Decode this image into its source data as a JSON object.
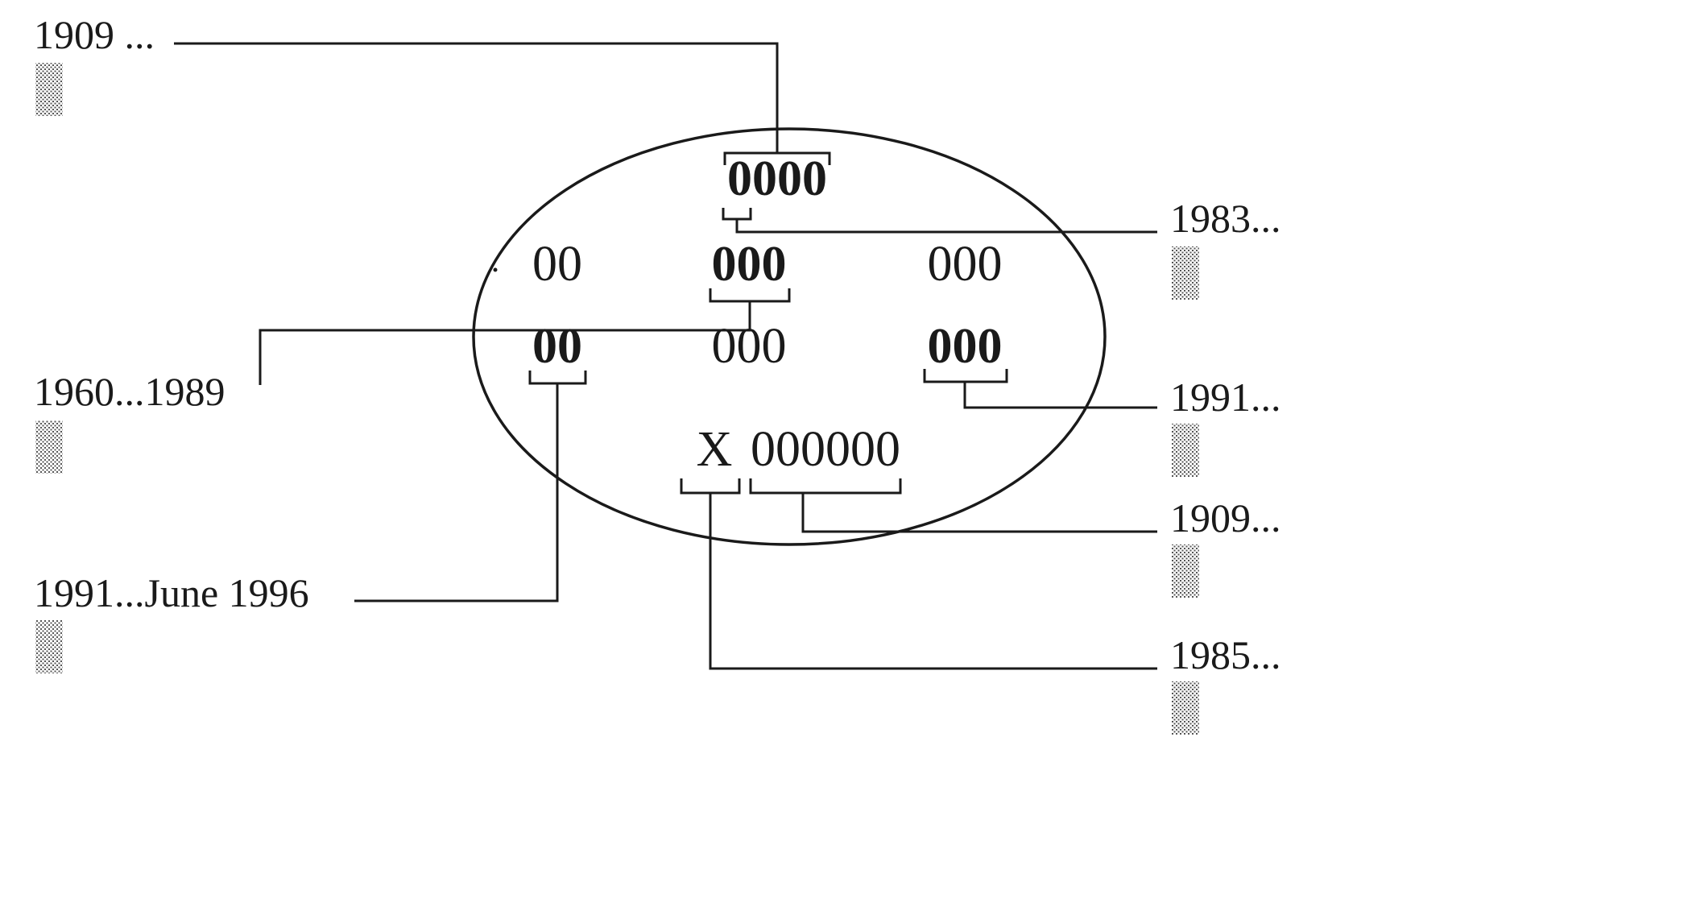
{
  "plate": {
    "row1": "0000",
    "row2": {
      "left": "00",
      "center": "000",
      "right": "000"
    },
    "row3": {
      "left": "00",
      "center": "000",
      "right": "000"
    },
    "row4": {
      "letter": "X",
      "number": "000000"
    }
  },
  "labels": {
    "top_left": "1909 ...",
    "right_1": "1983...",
    "left_middle": "1960...1989",
    "right_2": "1991...",
    "right_3": "1909...",
    "left_bottom": "1991...June 1996",
    "right_4": "1985..."
  }
}
